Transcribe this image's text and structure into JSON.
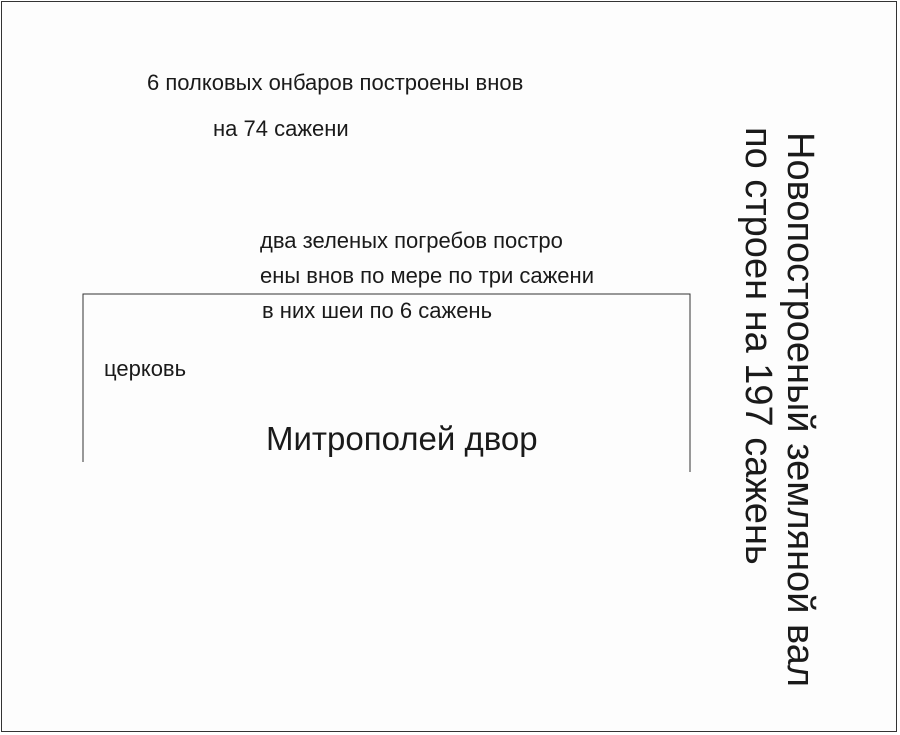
{
  "diagram": {
    "granaries": {
      "line1": "6 полковых онбаров построены внов",
      "line2": "на 74 сажени"
    },
    "cellars": {
      "line1": "два зеленых погребов постро",
      "line2": "ены внов по мере по три сажени",
      "line3": "в них шеи по 6 сажень"
    },
    "church": "церковь",
    "courtyard": "Митрополей двор",
    "rampart": {
      "line1": "Новопостроеный  земляной вал",
      "line2": "по строен на 197  сажень"
    }
  }
}
